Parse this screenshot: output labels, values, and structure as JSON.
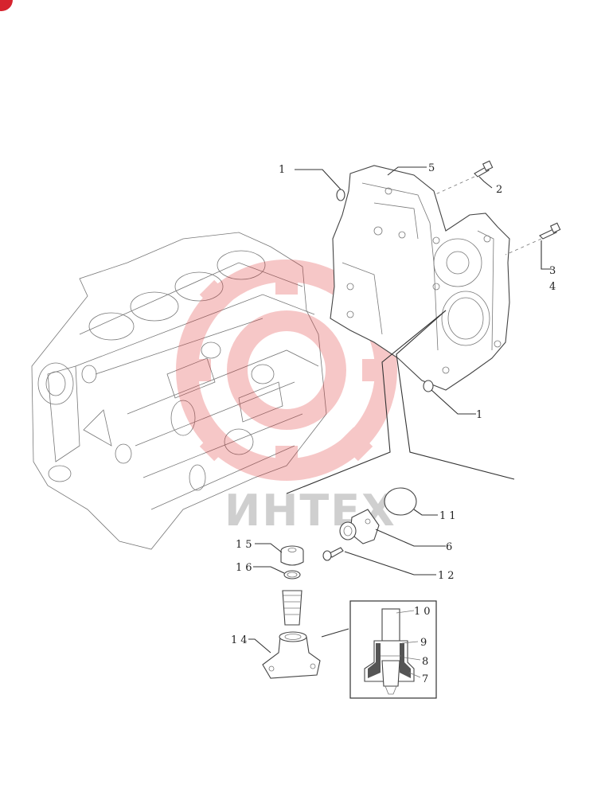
{
  "callouts": {
    "c1a": "1",
    "c1b": "1",
    "c2": "2",
    "c3": "3",
    "c4": "4",
    "c5": "5",
    "c6": "6",
    "c7": "7",
    "c8": "8",
    "c9": "9",
    "c10": "10",
    "c11": "11",
    "c12": "12",
    "c14": "14",
    "c15": "15",
    "c16": "16"
  },
  "watermark": {
    "text": "ИНТЕХ",
    "color": "#e23a3a"
  },
  "corner_badge": {
    "color": "#d6232e"
  }
}
